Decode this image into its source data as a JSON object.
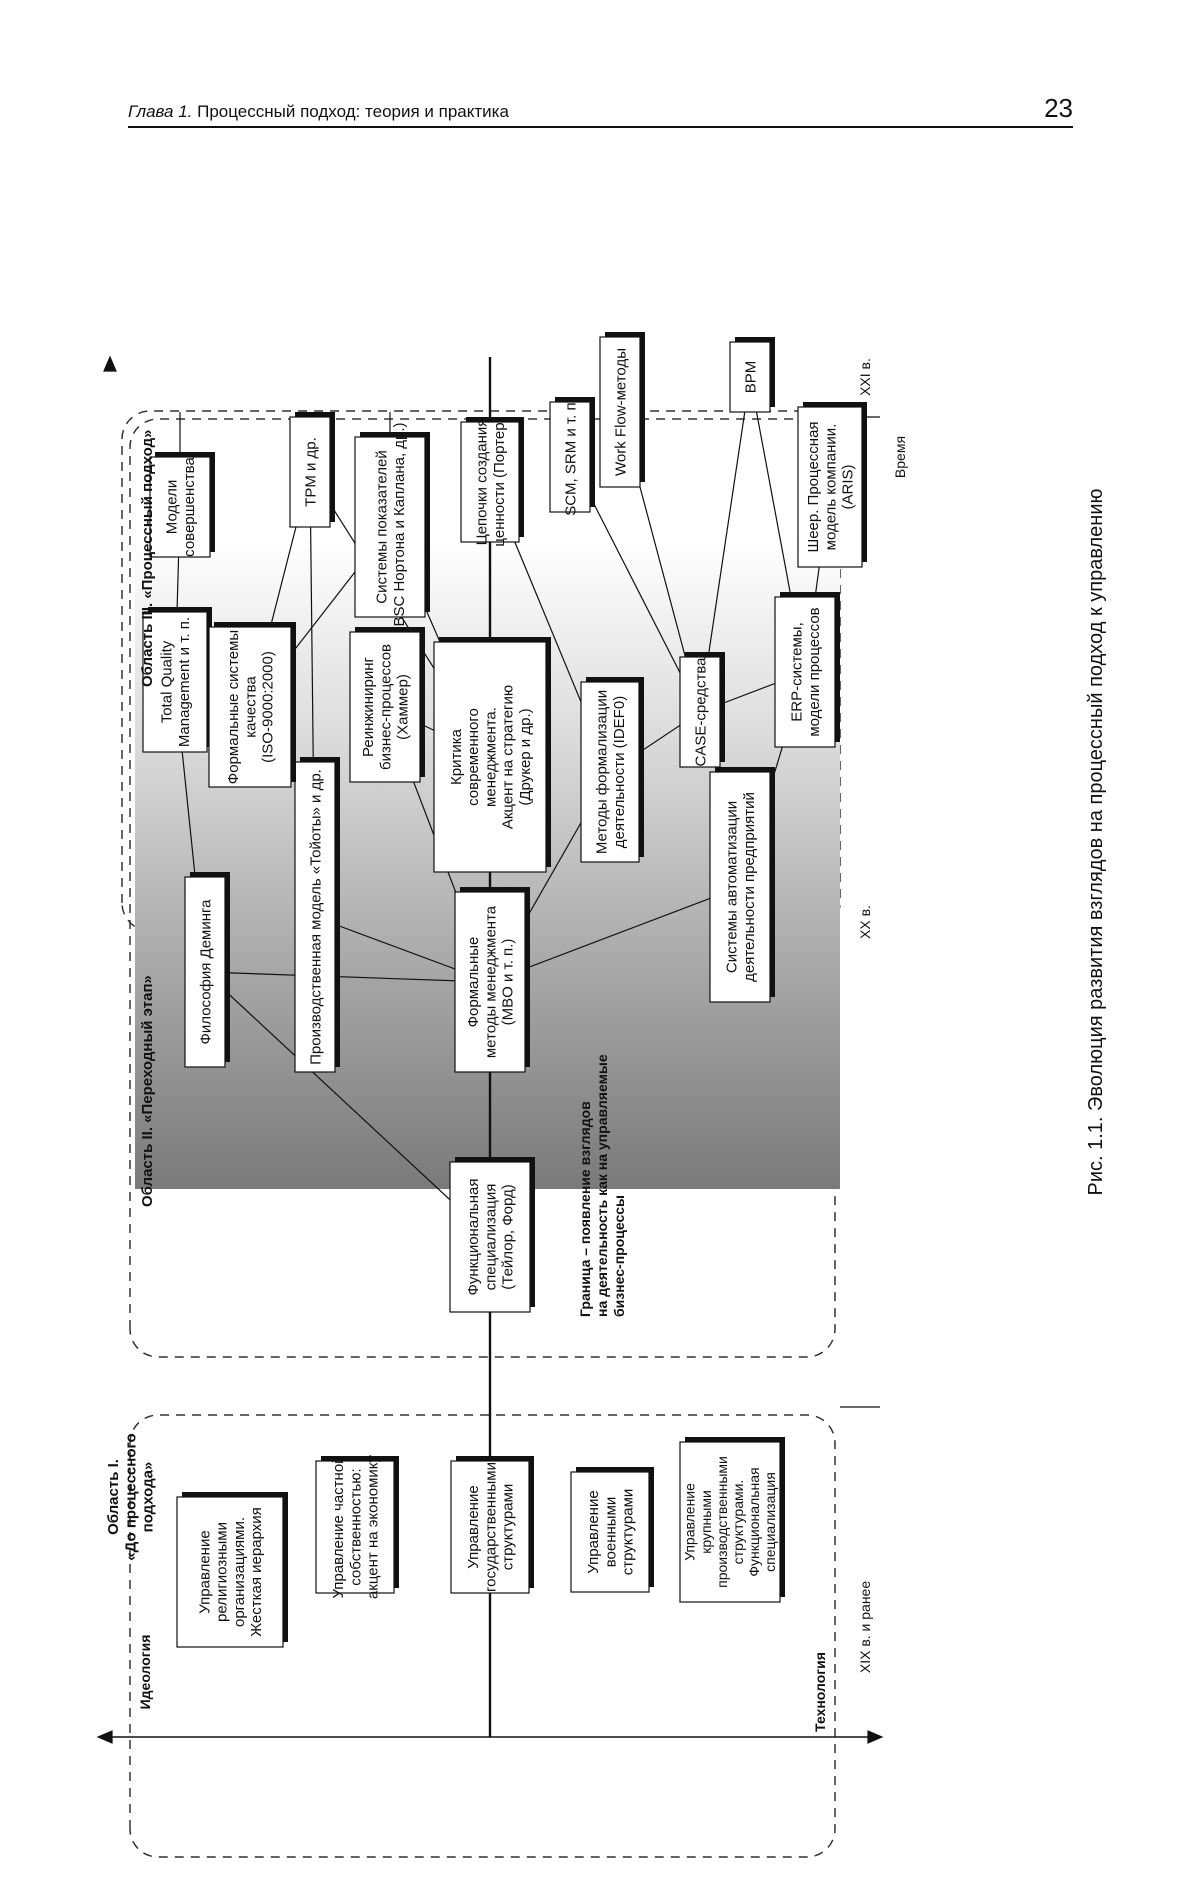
{
  "header": {
    "chapter_prefix": "Глава 1.",
    "chapter_title": " Процессный подход: теория и практика",
    "page_number": "23"
  },
  "axis": {
    "ideology": "Идеология",
    "technology": "Технология",
    "time": "Время",
    "era_19": "XIX в. и ранее",
    "era_20": "XX в.",
    "era_21": "XXI в."
  },
  "areas": {
    "area1": [
      "Область I.",
      "«До процессного",
      "подхода»"
    ],
    "area2": "Область II. «Переходный этап»",
    "area3": "Область III. «Процессный подход»",
    "boundary": [
      "Граница – появление взглядов",
      "на деятельность как на управляемые",
      "бизнес-процессы"
    ]
  },
  "boxes": {
    "rel": [
      "Управление",
      "религиозными",
      "организациями.",
      "Жесткая иерархия"
    ],
    "priv": [
      "Управление частной",
      "собственностью:",
      "акцент на экономику"
    ],
    "gov": [
      "Управление",
      "государственными",
      "структурами"
    ],
    "mil": [
      "Управление",
      "военными",
      "структурами"
    ],
    "prod": [
      "Управление",
      "крупными",
      "производственными",
      "структурами.",
      "Функциональная",
      "специализация"
    ],
    "func": [
      "Функциональная",
      "специализация",
      "(Тейлор, Форд)"
    ],
    "deming": [
      "Философия Деминга"
    ],
    "toyota": [
      "Производственная модель «Тойоты» и др."
    ],
    "formal": [
      "Формальные",
      "методы менеджмента",
      "(MBO и т. п.)"
    ],
    "auto": [
      "Системы автоматизации",
      "деятельности предприятий"
    ],
    "tqm": [
      "Total Quality",
      "Management и т. п."
    ],
    "iso": [
      "Формальные системы",
      "качества",
      "(ISO-9000:2000)"
    ],
    "reeng": [
      "Реинжиниринг",
      "бизнес-процессов",
      "(Хаммер)"
    ],
    "critic": [
      "Критика",
      "современного",
      "менеджмента.",
      "Акцент на стратегию",
      "(Друкер и др.)"
    ],
    "idef": [
      "Методы формализации",
      "деятельности (IDEF0)"
    ],
    "excel": [
      "Модели",
      "совершенства"
    ],
    "tpm": [
      "TPM  и др."
    ],
    "bsc": [
      "Системы показателей",
      "(BSC Нортона и Каплана, др.)"
    ],
    "chain": [
      "Цепочки создания",
      "ценности (Портер)"
    ],
    "scm": [
      "SCM, SRM и т. п."
    ],
    "wf": [
      "Work Flow-методы"
    ],
    "bpm": [
      "BPM"
    ],
    "case": [
      "CASE-средства"
    ],
    "erp": [
      "ERP-системы,",
      "модели процессов"
    ],
    "aris": [
      "Шеер. Процессная",
      "модель компании.",
      "(ARIS)"
    ]
  },
  "caption": "Рис. 1.1. Эволюция развития взглядов на процессный подход к управлению"
}
